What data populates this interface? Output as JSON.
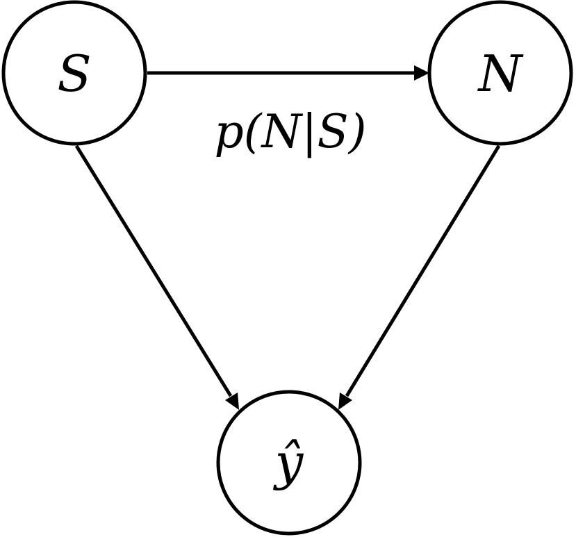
{
  "diagram": {
    "nodes": {
      "s": {
        "label": "S"
      },
      "n": {
        "label": "N"
      },
      "y": {
        "label": "ŷ"
      }
    },
    "edges": {
      "s_to_n": {
        "label": "p(N|S)"
      },
      "s_to_y": {
        "label": ""
      },
      "n_to_y": {
        "label": ""
      }
    }
  }
}
